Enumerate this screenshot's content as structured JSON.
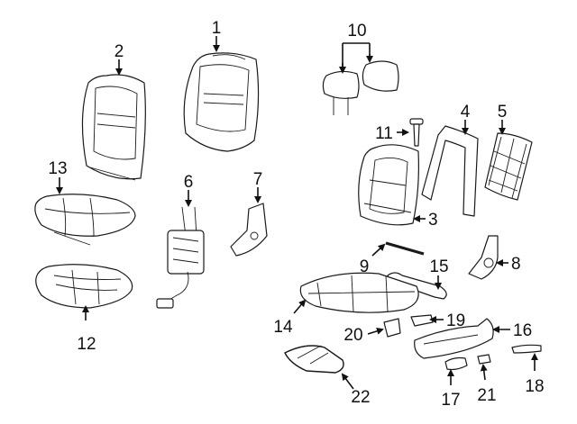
{
  "callouts": {
    "c1": "1",
    "c2": "2",
    "c3": "3",
    "c4": "4",
    "c5": "5",
    "c6": "6",
    "c7": "7",
    "c8": "8",
    "c9": "9",
    "c10": "10",
    "c11": "11",
    "c12": "12",
    "c13": "13",
    "c14": "14",
    "c15": "15",
    "c16": "16",
    "c17": "17",
    "c18": "18",
    "c19": "19",
    "c20": "20",
    "c21": "21",
    "c22": "22"
  },
  "colors": {
    "line": "#1a1a1a",
    "background": "#ffffff"
  }
}
